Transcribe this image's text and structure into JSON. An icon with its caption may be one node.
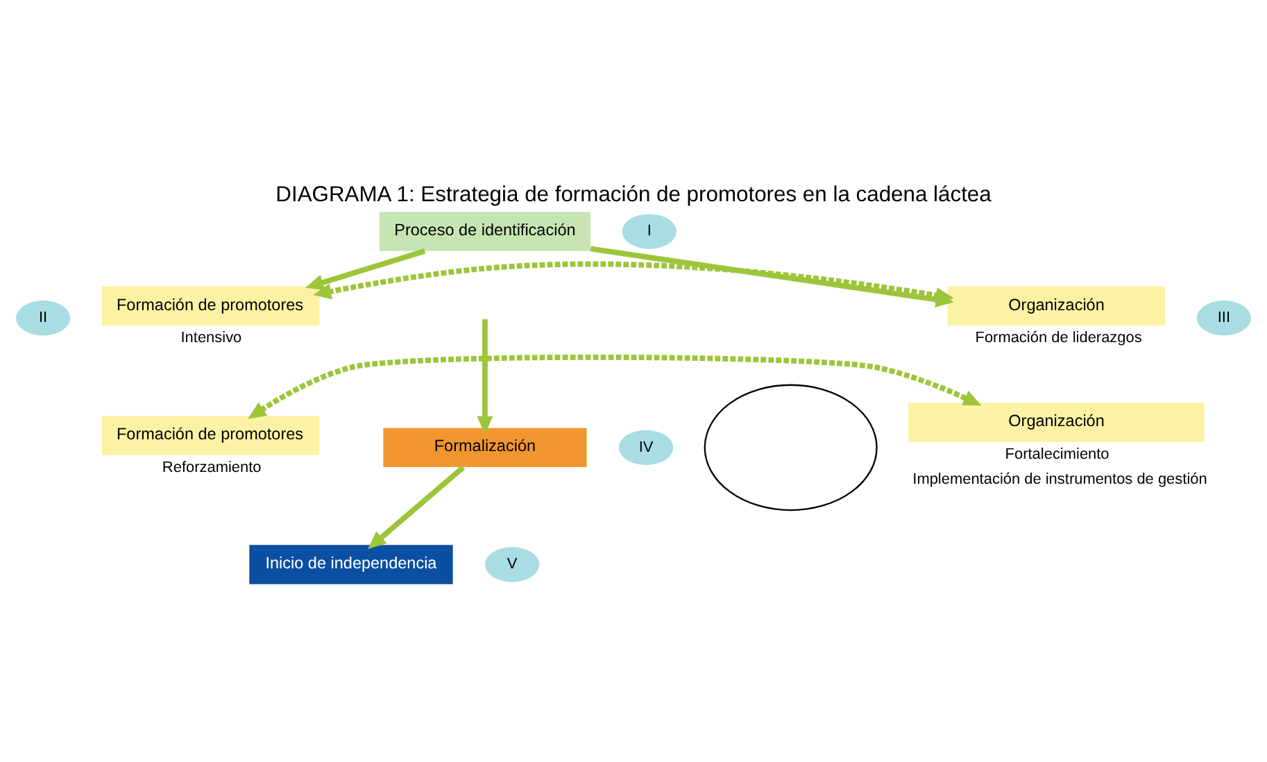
{
  "diagram": {
    "title": "DIAGRAMA 1: Estrategia de formación de promotores en la cadena láctea",
    "nodes": [
      {
        "text": [
          "Proceso de identificación"
        ]
      },
      {
        "text": [
          "I"
        ]
      },
      {
        "text": [
          "II"
        ]
      },
      {
        "text": [
          "Formación de promotores"
        ],
        "beside": [
          "Intensivo"
        ]
      },
      {
        "text": [
          "III"
        ]
      },
      {
        "text": [
          "Organización"
        ],
        "beside": [
          "Formación de liderazgos"
        ]
      },
      {
        "text": [
          "Formalización"
        ]
      },
      {
        "text": [
          "IV"
        ]
      },
      {
        "text": [
          "Formación de promotores"
        ],
        "beside": [
          "Reforzamiento"
        ]
      },
      {
        "text": [
          "Organización"
        ],
        "beside": [
          "Fortalecimiento",
          "Implementación de instrumentos de gestión"
        ]
      },
      {
        "text": [
          "Inicio de independencia"
        ]
      },
      {
        "text": [
          "V"
        ]
      },
      {
        "text": [],
        "shape": "circle"
      }
    ],
    "edges": [
      {
        "from": 0,
        "to": 3,
        "arrow": "to"
      },
      {
        "from": 0,
        "to": 5,
        "arrow": "to"
      },
      {
        "from": 3,
        "to": 5,
        "arrow": "both",
        "style": "dashed"
      },
      {
        "from": null,
        "to": 6,
        "arrow": "to"
      },
      {
        "from": 8,
        "to": 9,
        "arrow": "both",
        "style": "dashed"
      },
      {
        "from": 6,
        "to": 10,
        "arrow": "to"
      }
    ]
  }
}
